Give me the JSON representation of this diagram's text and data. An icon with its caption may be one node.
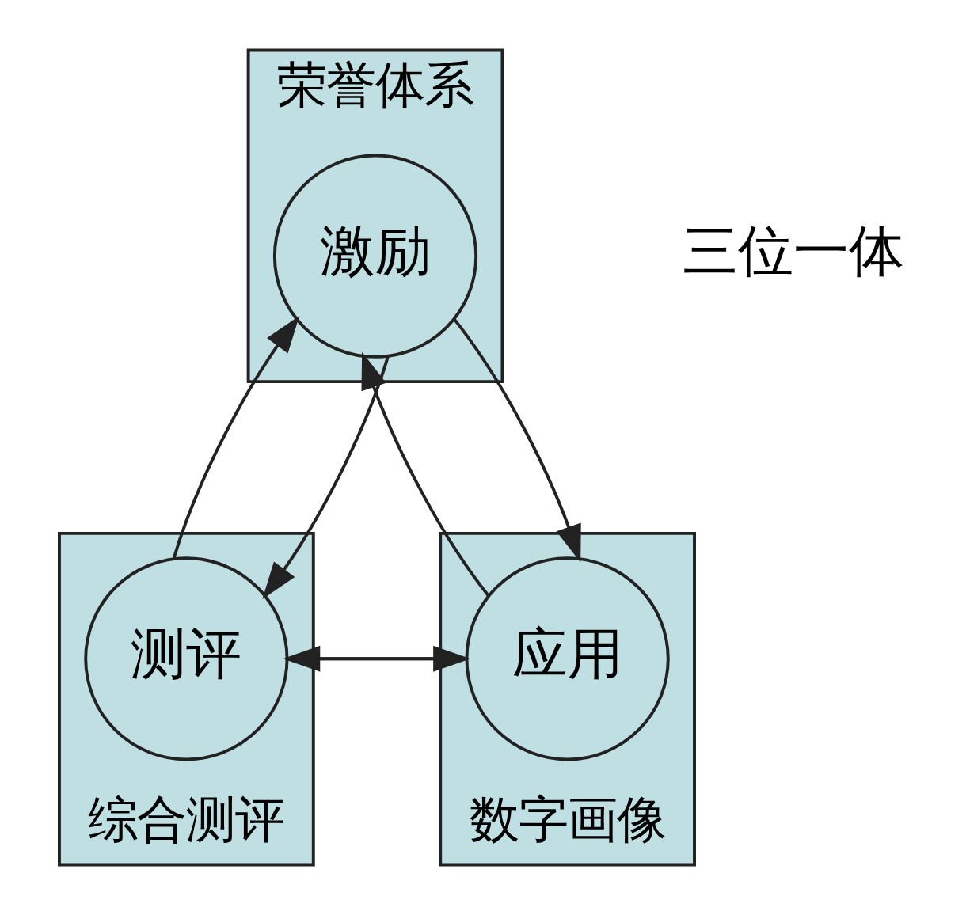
{
  "diagram": {
    "nodes": [
      {
        "text": [
          "荣誉体系"
        ]
      },
      {
        "text": [
          "综合测评"
        ]
      },
      {
        "text": [
          "数字画像"
        ]
      },
      {
        "text": [
          "激励"
        ],
        "in": 0
      },
      {
        "text": [
          "测评"
        ],
        "in": 1
      },
      {
        "text": [
          "应用"
        ],
        "in": 2
      }
    ],
    "edges": [
      {
        "from": 4,
        "to": 3,
        "arrow": "to"
      },
      {
        "from": 3,
        "to": 4,
        "arrow": "to"
      },
      {
        "from": 5,
        "to": 3,
        "arrow": "to"
      },
      {
        "from": 3,
        "to": 5,
        "arrow": "to"
      },
      {
        "from": 5,
        "to": 4,
        "arrow": "to"
      },
      {
        "from": 4,
        "to": 5,
        "arrow": "to"
      }
    ],
    "labels": [
      "三位一体"
    ]
  }
}
